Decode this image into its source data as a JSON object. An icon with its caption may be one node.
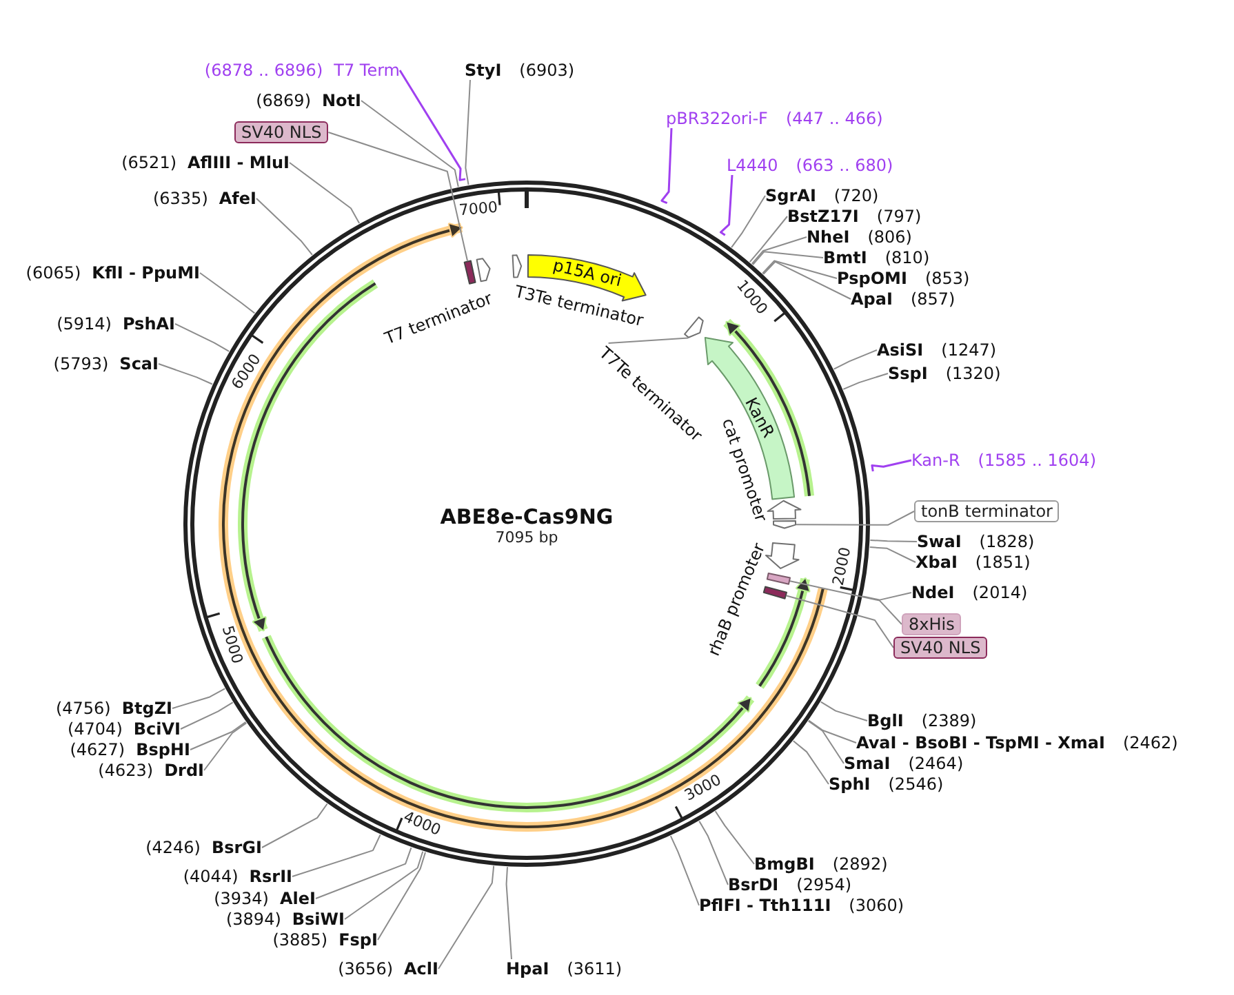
{
  "diagram": {
    "nodes": [
      {
        "text": [
          "ABE8e-Cas9NG",
          "7095 bp"
        ]
      },
      {
        "text": [
          "p15A ori"
        ],
        "in": 0
      },
      {
        "text": [],
        "shape": "arrow",
        "in": 0
      },
      {
        "text": [
          "T7Te terminator"
        ],
        "in": 0
      },
      {
        "text": [
          "KanR"
        ],
        "in": 0
      },
      {
        "text": [],
        "shape": "arrow",
        "beside": [
          "cat promoter"
        ],
        "in": 0
      },
      {
        "text": [],
        "shape": "arrow",
        "in": 0
      },
      {
        "text": [],
        "shape": "arrow",
        "beside": [
          "rhaB promoter"
        ],
        "in": 0
      },
      {
        "text": [],
        "shape": "bar",
        "in": 0
      },
      {
        "text": [],
        "shape": "bar",
        "in": 0
      },
      {
        "text": [],
        "shape": "bar",
        "in": 0
      },
      {
        "text": [],
        "shape": "arrow",
        "beside": [
          "T7 terminator"
        ],
        "in": 0
      },
      {
        "text": [],
        "shape": "arrow",
        "beside": [
          "T3Te terminator"
        ],
        "in": 0
      },
      {
        "text": [
          "(6878 .. 6896)",
          "T7 Term"
        ]
      },
      {
        "text": [
          "StyI",
          "(6903)"
        ]
      },
      {
        "text": [
          "(6869)",
          "NotI"
        ]
      },
      {
        "text": [
          "pBR322ori-F",
          "(447 .. 466)"
        ]
      },
      {
        "text": [
          "SV40 NLS"
        ]
      },
      {
        "text": [
          "(6521)",
          "AflIII - MluI"
        ]
      },
      {
        "text": [
          "L4440",
          "(663 .. 680)"
        ]
      },
      {
        "text": [
          "SgrAI",
          "(720)"
        ]
      },
      {
        "text": [
          "(6335)",
          "AfeI"
        ]
      },
      {
        "text": [
          "BstZ17I",
          "(797)"
        ]
      },
      {
        "text": [
          "NheI",
          "(806)"
        ]
      },
      {
        "text": [
          "BmtI",
          "(810)"
        ]
      },
      {
        "text": [
          "PspOMI",
          "(853)"
        ]
      },
      {
        "text": [
          "(6065)",
          "KflI - PpuMI"
        ]
      },
      {
        "text": [
          "ApaI",
          "(857)"
        ]
      },
      {
        "text": [
          "(5914)",
          "PshAI"
        ]
      },
      {
        "text": [
          "AsiSI",
          "(1247)"
        ]
      },
      {
        "text": [
          "(5793)",
          "ScaI"
        ]
      },
      {
        "text": [
          "SspI",
          "(1320)"
        ]
      },
      {
        "text": [
          "Kan-R",
          "(1585 .. 1604)"
        ]
      },
      {
        "text": [
          "tonB terminator"
        ]
      },
      {
        "text": [
          "SwaI",
          "(1828)"
        ]
      },
      {
        "text": [
          "XbaI",
          "(1851)"
        ]
      },
      {
        "text": [
          "NdeI",
          "(2014)"
        ]
      },
      {
        "text": [
          "8xHis"
        ]
      },
      {
        "text": [
          "SV40 NLS"
        ]
      },
      {
        "text": [
          "(4756)",
          "BtgZI"
        ]
      },
      {
        "text": [
          "BglI",
          "(2389)"
        ]
      },
      {
        "text": [
          "(4704)",
          "BciVI"
        ]
      },
      {
        "text": [
          "AvaI - BsoBI - TspMI - XmaI",
          "(2462)"
        ]
      },
      {
        "text": [
          "(4627)",
          "BspHI"
        ]
      },
      {
        "text": [
          "SmaI",
          "(2464)"
        ]
      },
      {
        "text": [
          "(4623)",
          "DrdI"
        ]
      },
      {
        "text": [
          "SphI",
          "(2546)"
        ]
      },
      {
        "text": [
          "(4246)",
          "BsrGI"
        ]
      },
      {
        "text": [
          "BmgBI",
          "(2892)"
        ]
      },
      {
        "text": [
          "(4044)",
          "RsrII"
        ]
      },
      {
        "text": [
          "BsrDI",
          "(2954)"
        ]
      },
      {
        "text": [
          "(3934)",
          "AleI"
        ]
      },
      {
        "text": [
          "PflFI - Tth111I",
          "(3060)"
        ]
      },
      {
        "text": [
          "(3894)",
          "BsiWI"
        ]
      },
      {
        "text": [
          "(3885)",
          "FspI"
        ]
      },
      {
        "text": [
          "(3656)",
          "AclI"
        ]
      },
      {
        "text": [
          "HpaI",
          "(3611)"
        ]
      }
    ],
    "edges": [
      {
        "from": 3,
        "to": 2,
        "arrow": "none"
      },
      {
        "from": 13,
        "to": 0,
        "arrow": "none",
        "color": "#a040f0"
      },
      {
        "from": 14,
        "to": 0,
        "arrow": "none"
      },
      {
        "from": 15,
        "to": 0,
        "arrow": "none"
      },
      {
        "from": 16,
        "to": 0,
        "arrow": "none",
        "color": "#a040f0"
      },
      {
        "from": 17,
        "to": 10,
        "arrow": "none"
      },
      {
        "from": 18,
        "to": 0,
        "arrow": "none"
      },
      {
        "from": 19,
        "to": 0,
        "arrow": "none",
        "color": "#a040f0"
      },
      {
        "from": 20,
        "to": 0,
        "arrow": "none"
      },
      {
        "from": 21,
        "to": 0,
        "arrow": "none"
      },
      {
        "from": 22,
        "to": 0,
        "arrow": "none"
      },
      {
        "from": 23,
        "to": 0,
        "arrow": "none"
      },
      {
        "from": 24,
        "to": 0,
        "arrow": "none"
      },
      {
        "from": 25,
        "to": 0,
        "arrow": "none"
      },
      {
        "from": 26,
        "to": 0,
        "arrow": "none"
      },
      {
        "from": 27,
        "to": 0,
        "arrow": "none"
      },
      {
        "from": 28,
        "to": 0,
        "arrow": "none"
      },
      {
        "from": 29,
        "to": 0,
        "arrow": "none"
      },
      {
        "from": 30,
        "to": 0,
        "arrow": "none"
      },
      {
        "from": 31,
        "to": 0,
        "arrow": "none"
      },
      {
        "from": 32,
        "to": 0,
        "arrow": "none",
        "color": "#a040f0"
      },
      {
        "from": 33,
        "to": 6,
        "arrow": "none"
      },
      {
        "from": 34,
        "to": 0,
        "arrow": "none"
      },
      {
        "from": 35,
        "to": 0,
        "arrow": "none"
      },
      {
        "from": 36,
        "to": 0,
        "arrow": "none"
      },
      {
        "from": 37,
        "to": 8,
        "arrow": "none"
      },
      {
        "from": 38,
        "to": 9,
        "arrow": "none"
      },
      {
        "from": 39,
        "to": 0,
        "arrow": "none"
      },
      {
        "from": 40,
        "to": 0,
        "arrow": "none"
      },
      {
        "from": 41,
        "to": 0,
        "arrow": "none"
      },
      {
        "from": 42,
        "to": 0,
        "arrow": "none"
      },
      {
        "from": 43,
        "to": 0,
        "arrow": "none"
      },
      {
        "from": 44,
        "to": 0,
        "arrow": "none"
      },
      {
        "from": 45,
        "to": 0,
        "arrow": "none"
      },
      {
        "from": 46,
        "to": 0,
        "arrow": "none"
      },
      {
        "from": 47,
        "to": 0,
        "arrow": "none"
      },
      {
        "from": 48,
        "to": 0,
        "arrow": "none"
      },
      {
        "from": 49,
        "to": 0,
        "arrow": "none"
      },
      {
        "from": 50,
        "to": 0,
        "arrow": "none"
      },
      {
        "from": 51,
        "to": 0,
        "arrow": "none"
      },
      {
        "from": 52,
        "to": 0,
        "arrow": "none"
      },
      {
        "from": 53,
        "to": 0,
        "arrow": "none"
      },
      {
        "from": 54,
        "to": 0,
        "arrow": "none"
      },
      {
        "from": 55,
        "to": 0,
        "arrow": "none"
      },
      {
        "from": 56,
        "to": 0,
        "arrow": "none"
      }
    ],
    "labels": [
      "1000",
      "2000",
      "3000",
      "4000",
      "5000",
      "6000",
      "7000"
    ]
  }
}
